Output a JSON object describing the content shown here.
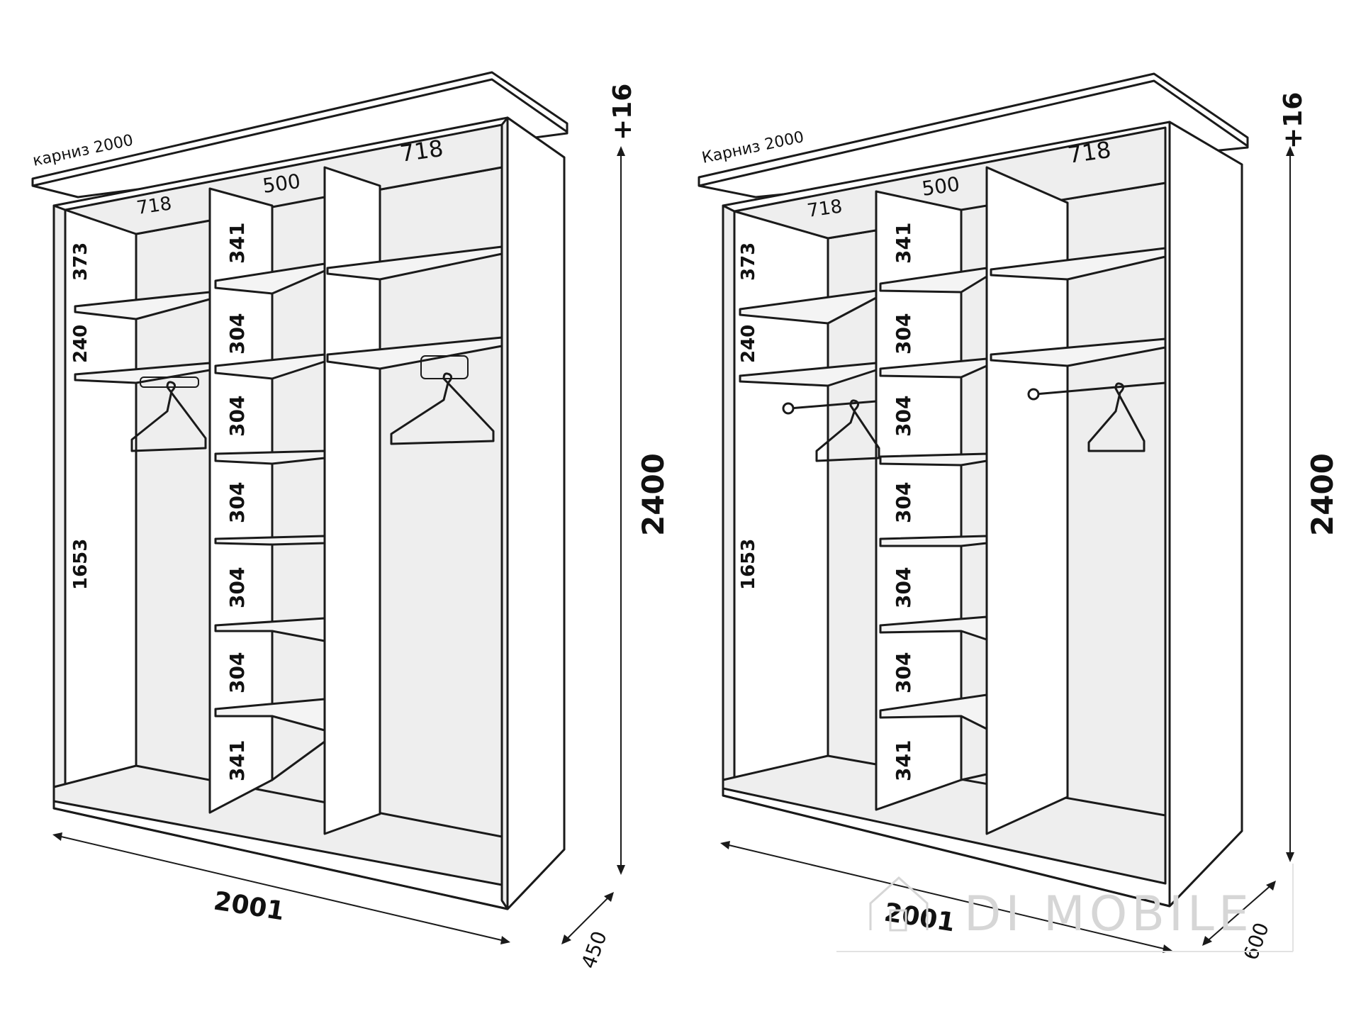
{
  "colors": {
    "line": "#1a1a1a",
    "panel": "#eeeeee",
    "watermark": "#d6d6d6"
  },
  "left": {
    "cornice_label": "карниз 2000",
    "top_716_label": "718",
    "top_500_label": "500",
    "top_718_label": "718",
    "height_373": "373",
    "height_240": "240",
    "height_1653": "1653",
    "mid_341_top": "341",
    "mid_304_a": "304",
    "mid_304_b": "304",
    "mid_304_c": "304",
    "mid_304_d": "304",
    "mid_304_e": "304",
    "mid_341_bottom": "341",
    "total_height": "2400",
    "extra_height": "+16",
    "width": "2001",
    "depth": "450"
  },
  "right": {
    "cornice_label": "Карниз 2000",
    "top_716_label": "718",
    "top_500_label": "500",
    "top_718_label": "718",
    "height_373": "373",
    "height_240": "240",
    "height_1653": "1653",
    "mid_341_top": "341",
    "mid_304_a": "304",
    "mid_304_b": "304",
    "mid_304_c": "304",
    "mid_304_d": "304",
    "mid_304_e": "304",
    "mid_341_bottom": "341",
    "total_height": "2400",
    "extra_height": "+16",
    "width": "2001",
    "depth": "600"
  },
  "watermark": {
    "text": "DI MOBILE",
    "icon": "house-logo-icon"
  }
}
